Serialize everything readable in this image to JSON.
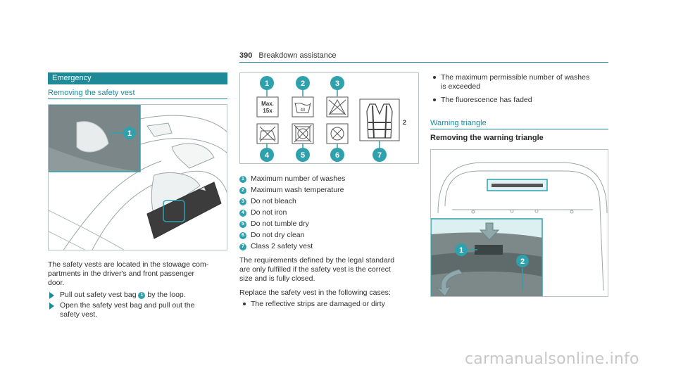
{
  "header": {
    "page_number": "390",
    "section": "Breakdown assistance"
  },
  "left": {
    "section_title": "Emergency",
    "subtitle": "Removing the safety vest",
    "callout_1": "1",
    "paragraph_lines": [
      "The safety vests are located in the stowage com-",
      "partments in the driver's and front passenger",
      "door."
    ],
    "steps": [
      {
        "before": "Pull out safety vest bag ",
        "badge": "1",
        "after": " by the loop."
      },
      {
        "lines": [
          "Open the safety vest bag and pull out the",
          "safety vest."
        ]
      }
    ]
  },
  "middle": {
    "callouts_top": [
      "1",
      "2",
      "3"
    ],
    "callouts_bottom": [
      "4",
      "5",
      "6",
      "7"
    ],
    "max_wash_label": "Max.\n15x",
    "max_line1": "Max.",
    "max_line2": "15x",
    "temp_label": "40",
    "vest_class": "2",
    "legend": [
      {
        "n": "1",
        "text": "Maximum number of washes"
      },
      {
        "n": "2",
        "text": "Maximum wash temperature"
      },
      {
        "n": "3",
        "text": "Do not bleach"
      },
      {
        "n": "4",
        "text": "Do not iron"
      },
      {
        "n": "5",
        "text": "Do not tumble dry"
      },
      {
        "n": "6",
        "text": "Do not dry clean"
      },
      {
        "n": "7",
        "text": "Class 2 safety vest"
      }
    ],
    "paragraph1_lines": [
      "The requirements defined by the legal standard",
      "are only fulfilled if the safety vest is the correct",
      "size and is fully closed."
    ],
    "paragraph2": "Replace the safety vest in the following cases:",
    "bullet": "The reflective strips are damaged or dirty"
  },
  "right": {
    "bullets": [
      {
        "lines": [
          "The maximum permissible number of washes",
          "is exceeded"
        ]
      },
      {
        "lines": [
          "The fluorescence has faded"
        ]
      }
    ],
    "subtitle": "Warning triangle",
    "heading": "Removing the warning triangle",
    "callout_1": "1",
    "callout_2": "2"
  },
  "watermark": "carmanualsonline.info",
  "colors": {
    "accent": "#1e8a98",
    "badge": "#2fa1ad"
  }
}
